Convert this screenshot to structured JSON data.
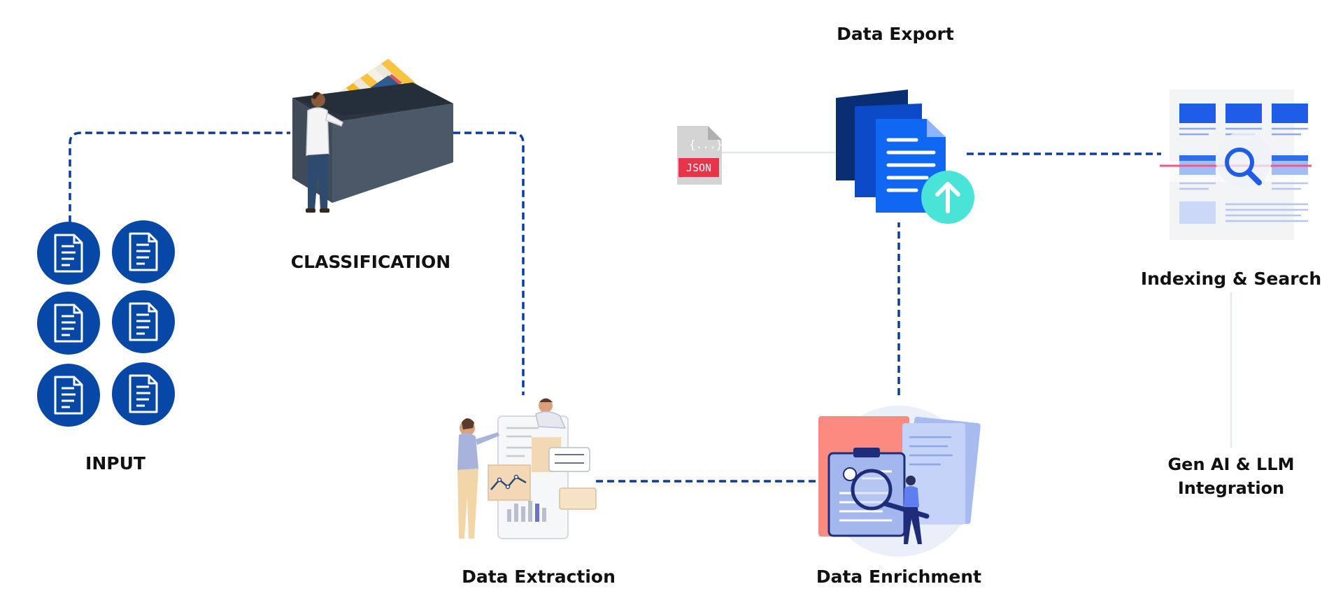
{
  "diagram": {
    "nodes": {
      "input": {
        "label": "INPUT"
      },
      "classification": {
        "label": "CLASSIFICATION"
      },
      "data_extraction": {
        "label": "Data Extraction"
      },
      "data_enrichment": {
        "label": "Data Enrichment"
      },
      "data_export": {
        "label": "Data Export"
      },
      "indexing_search": {
        "label": "Indexing & Search"
      },
      "gen_ai": {
        "label_line1": "Gen AI & LLM",
        "label_line2": "Integration"
      }
    },
    "json_file_icon": {
      "label": "JSON",
      "glyph": "{...}"
    },
    "colors": {
      "connector": "#0b3f95",
      "doc_circle": "#0747a6",
      "light_line": "#e3e9f3",
      "upload_badge": "#4ae3d8",
      "json_badge": "#e8344a",
      "search_bar": "#f2578c"
    },
    "icons": [
      "document-icon",
      "file-cabinet-icon",
      "person-icon",
      "json-file-icon",
      "upload-arrow-icon",
      "magnifier-icon",
      "clipboard-icon",
      "chart-board-icon"
    ]
  }
}
